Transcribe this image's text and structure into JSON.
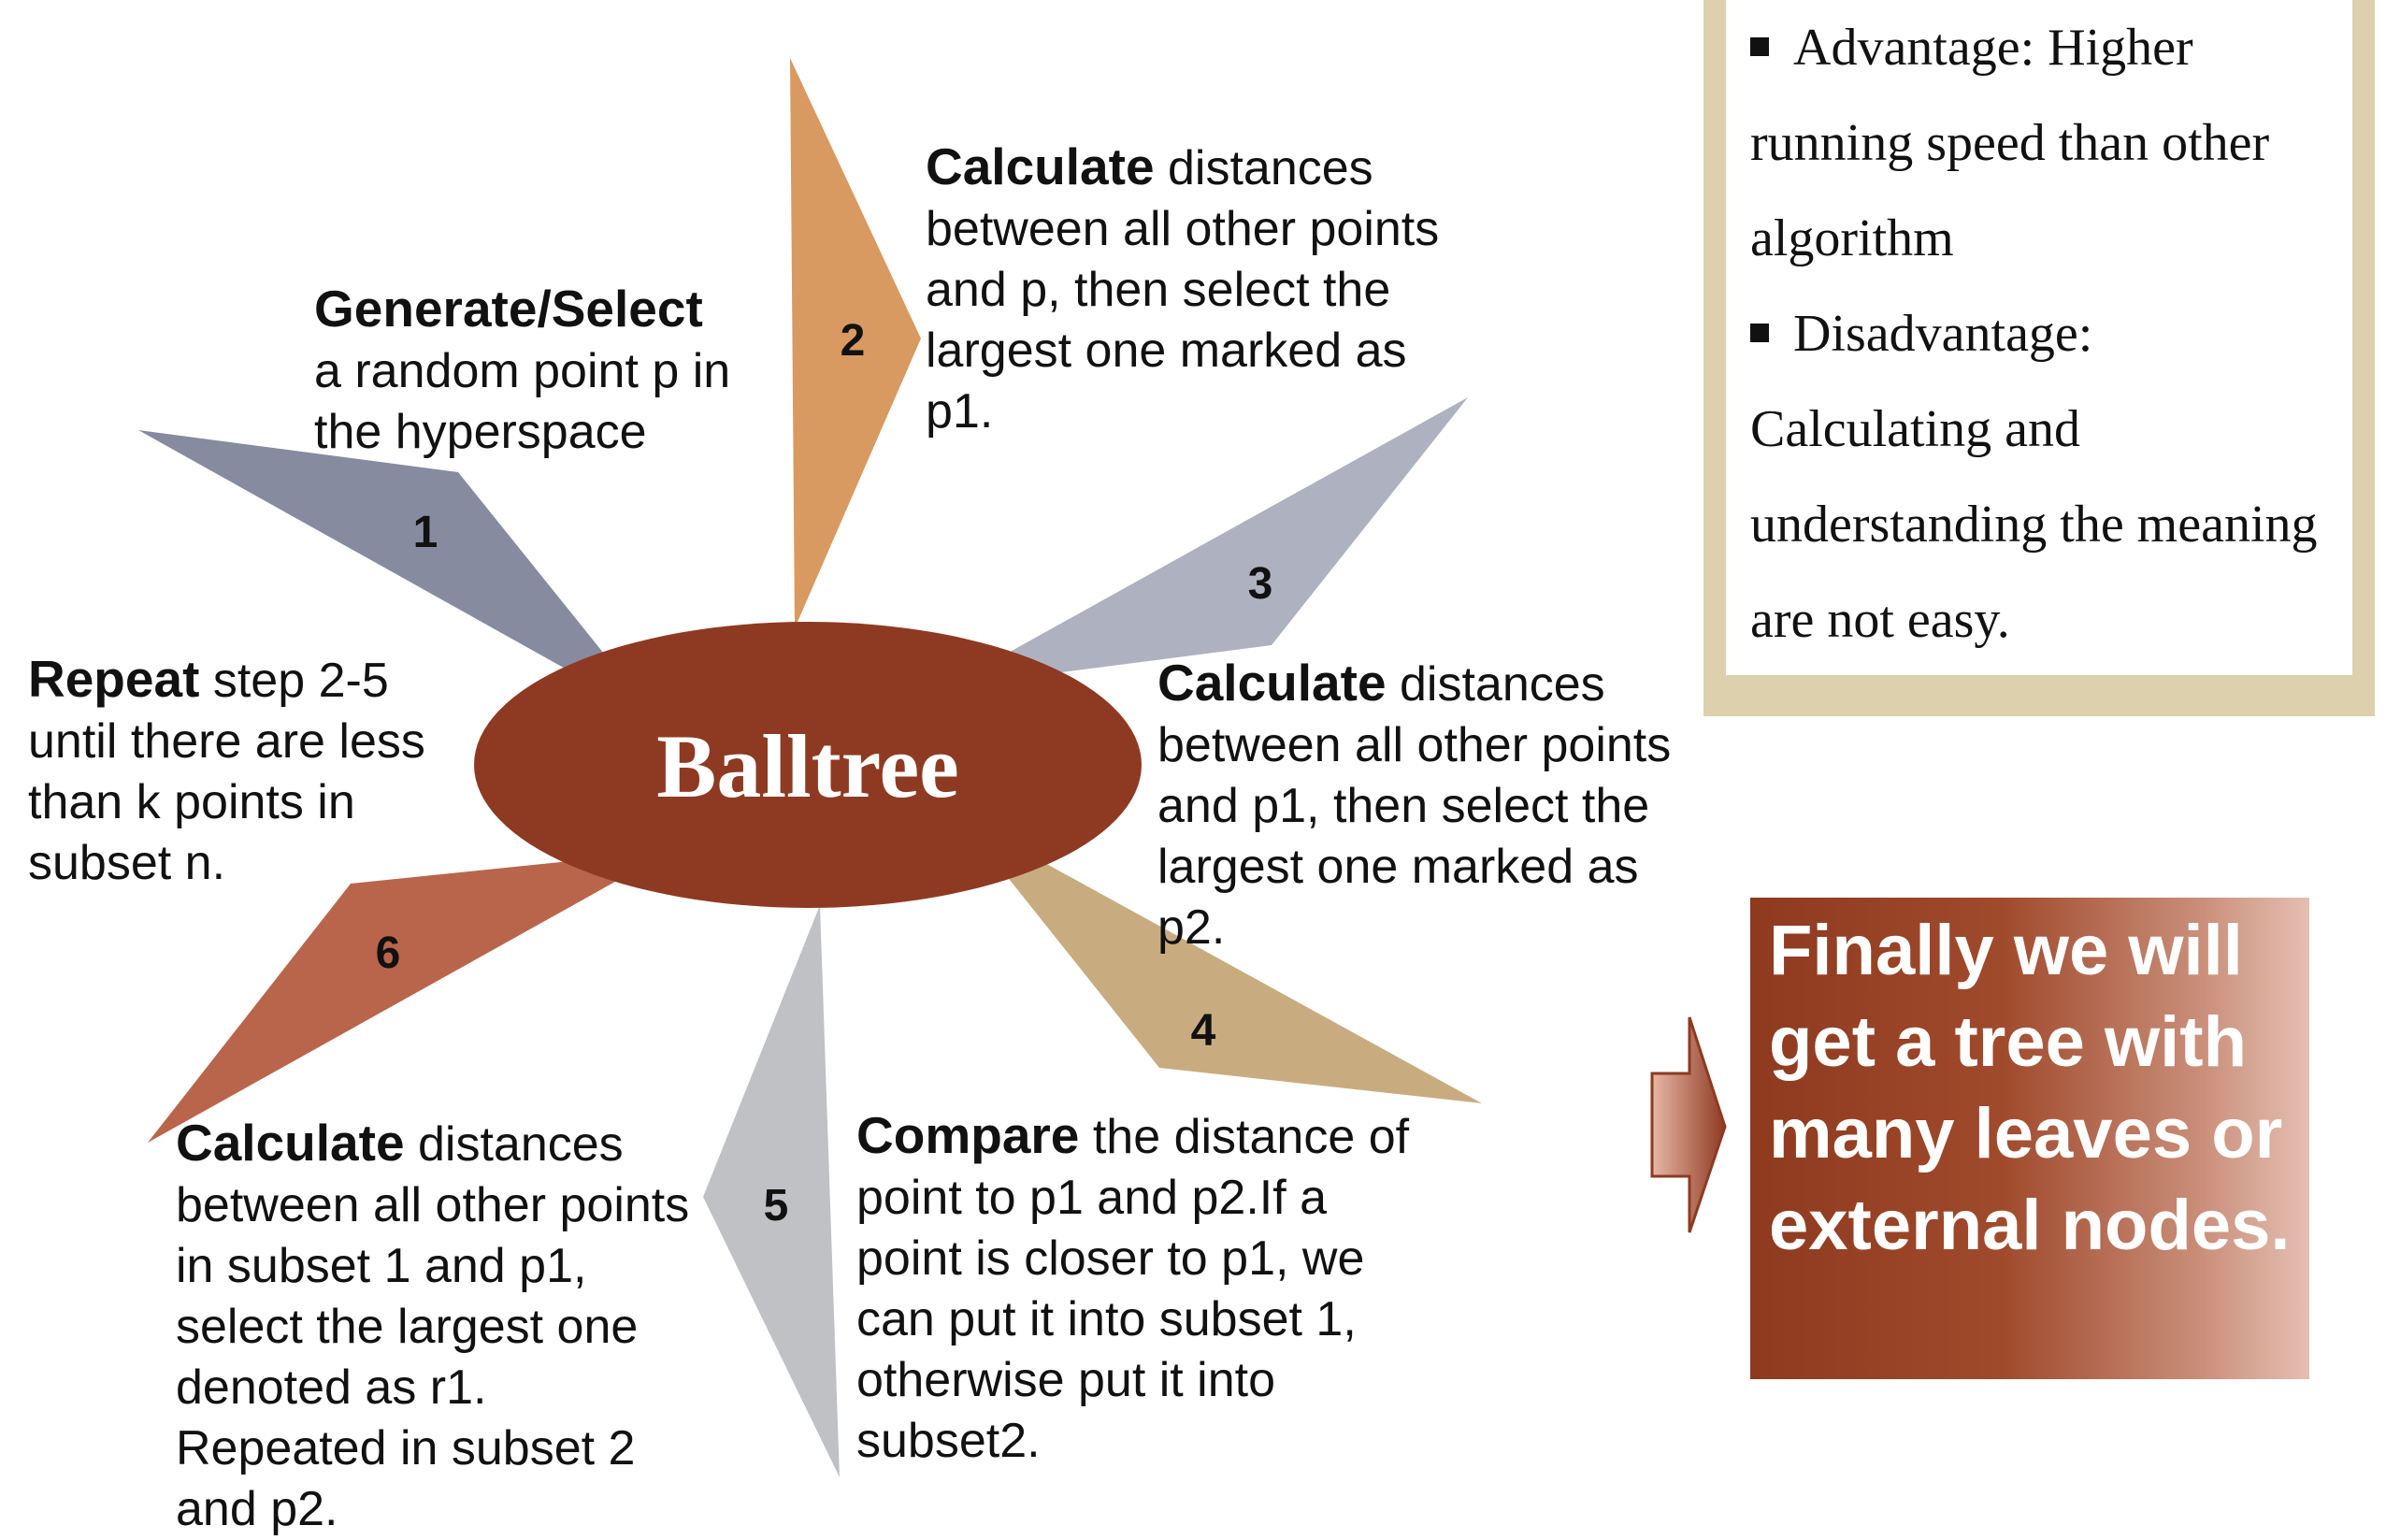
{
  "center": {
    "label": "Balltree"
  },
  "steps": [
    {
      "number": "1",
      "bold": "Generate/Select",
      "rest": "a random point p in the hyperspace"
    },
    {
      "number": "2",
      "bold": "Calculate",
      "rest": " distances between all other points and p, then select the largest one marked as p1."
    },
    {
      "number": "3",
      "bold": "Calculate",
      "rest": " distances between all other points and p1, then select the largest one marked as p2."
    },
    {
      "number": "4",
      "bold": "",
      "rest": ""
    },
    {
      "number": "5",
      "bold": "Compare",
      "rest": " the distance of point to p1 and p2.If a point is closer to p1, we can put it into subset 1, otherwise put it into subset2."
    },
    {
      "number": "6",
      "bold": "Calculate",
      "rest": " distances between all other points in subset 1 and p1, select the largest one denoted as r1.  Repeated in subset 2 and p2."
    },
    {
      "number": "",
      "bold": "Repeat",
      "rest": " step 2-5 until there are less than k points in subset n."
    }
  ],
  "summary": {
    "advantage": "Advantage: Higher running speed than other algorithm",
    "disadvantage": "Disadvantage: Calculating and understanding the meaning are not easy."
  },
  "final": {
    "text": "Finally we will get a tree with many leaves or external nodes."
  },
  "colors": {
    "ellipse": "#8e3a22",
    "arrow1": "#868b9f",
    "arrow2": "#d89a60",
    "arrow3": "#aeb1c0",
    "arrow4": "#c8ac80",
    "arrow5": "#c0c1c5",
    "arrow6": "#b9654c",
    "summary_border": "#ddd0ad"
  }
}
